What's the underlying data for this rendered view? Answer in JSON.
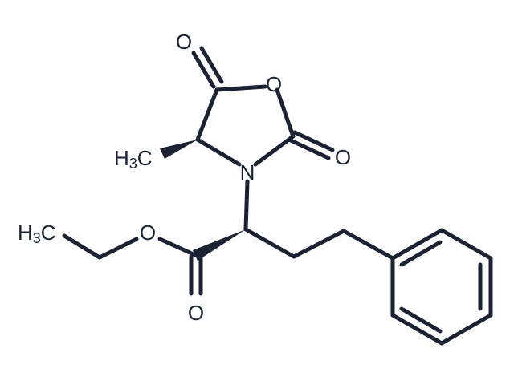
{
  "molecule": {
    "atoms": {
      "o_carbonyl_top": "O",
      "o_ring": "O",
      "o_carbonyl_right": "O",
      "n_ring": "N",
      "methyl": {
        "main": "H",
        "sub": "3",
        "tail": "C"
      },
      "ethyl_methyl": {
        "main": "H",
        "sub": "3",
        "tail": "C"
      },
      "o_ester": "O",
      "o_ester_carbonyl": "O"
    },
    "colors": {
      "ink": "#1a2233",
      "background": "#ffffff"
    }
  }
}
